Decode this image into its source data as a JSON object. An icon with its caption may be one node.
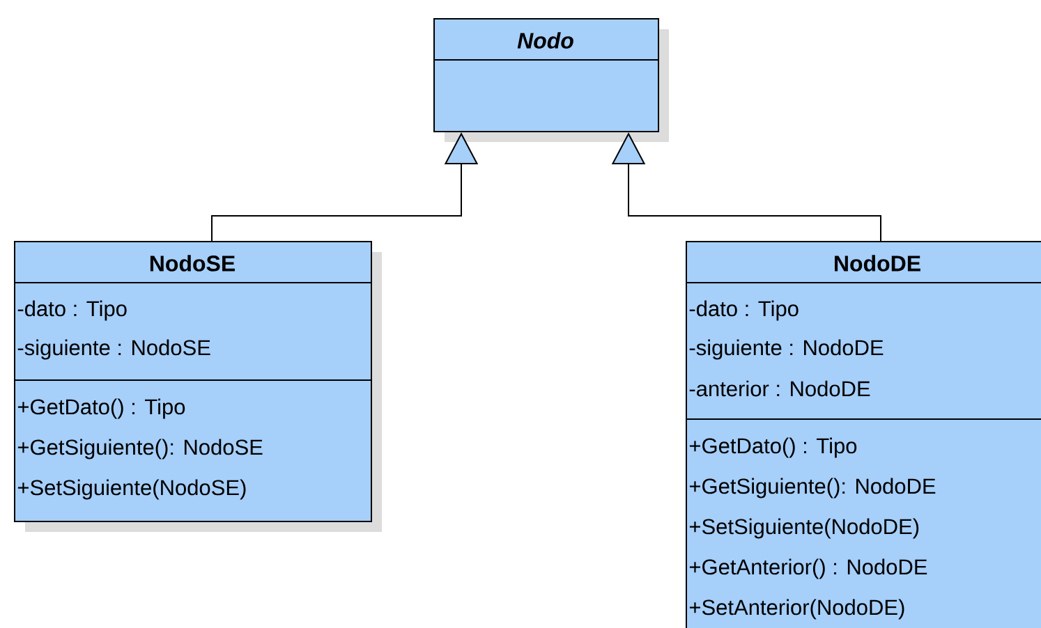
{
  "diagram": {
    "nodes": [
      {
        "text": [
          "Nodo"
        ]
      },
      {
        "text": [
          "NodoSE",
          "-dato : Tipo",
          "-siguiente : NodoSE",
          "+GetDato() : Tipo",
          "+GetSiguiente(): NodoSE",
          "+SetSiguiente(NodoSE)"
        ]
      },
      {
        "text": [
          "NodoDE",
          "-dato : Tipo",
          "-siguiente : NodoDE",
          "-anterior : NodoDE",
          "+GetDato() : Tipo",
          "+GetSiguiente(): NodoDE",
          "+SetSiguiente(NodoDE)",
          "+GetAnterior() : NodoDE",
          "+SetAnterior(NodoDE)"
        ]
      }
    ],
    "edges": [
      {
        "from": 1,
        "to": 0,
        "arrow": "to"
      },
      {
        "from": 2,
        "to": 0,
        "arrow": "to"
      }
    ]
  }
}
